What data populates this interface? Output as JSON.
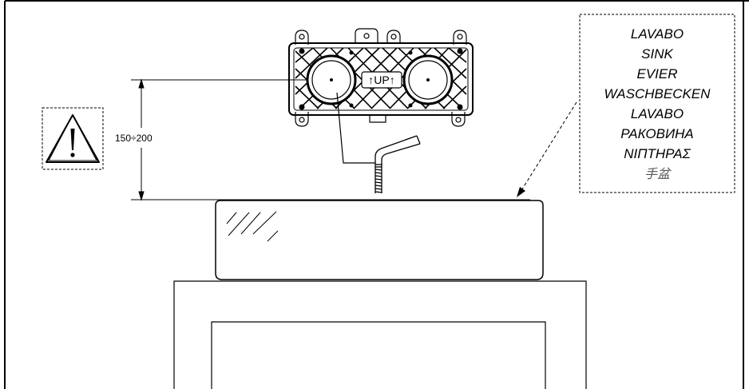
{
  "dimension": {
    "label": "150÷200"
  },
  "valve": {
    "up_label": "↑UP↑"
  },
  "sink_labels": [
    "LAVABO",
    "SINK",
    "EVIER",
    "WASCHBECKEN",
    "LAVABO",
    "РАКОВИНА",
    "ΝΙΠΤΗΡΑΣ",
    "手盆"
  ],
  "warning": {
    "icon": "warning-triangle-icon"
  }
}
